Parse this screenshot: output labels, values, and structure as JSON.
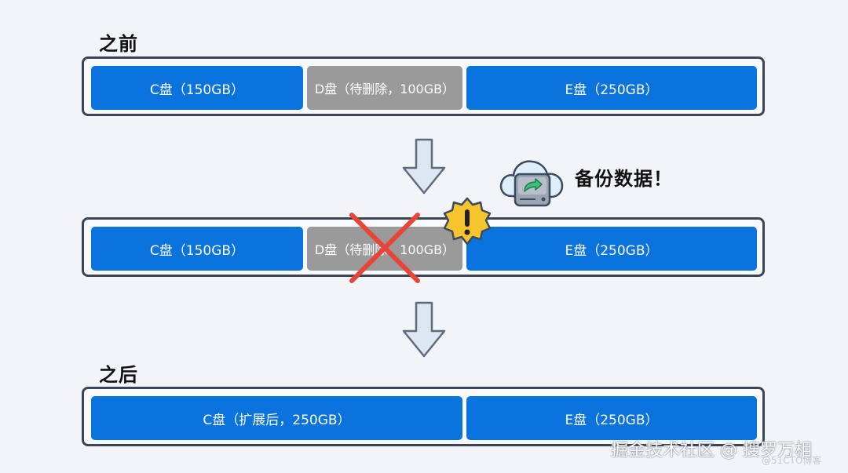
{
  "sections": {
    "before_title": "之前",
    "after_title": "之后"
  },
  "row_before": {
    "c": "C盘（150GB）",
    "d": "D盘（待删除，100GB）",
    "e": "E盘（250GB）"
  },
  "row_middle": {
    "c": "C盘（150GB）",
    "d": "D盘（待删除，100GB）",
    "e": "E盘（250GB）"
  },
  "row_after": {
    "c": "C盘（扩展后，250GB）",
    "e": "E盘（250GB）"
  },
  "backup": {
    "label": "备份数据！",
    "icon": "cloud-backup-icon"
  },
  "warning_icon": "warning-badge-icon",
  "delete_icon": "red-cross-icon",
  "watermark": {
    "main": "掘金技术社区 @ 搜罗万相",
    "sub": "@51CTO博客"
  },
  "colors": {
    "partition_blue": "#0b73de",
    "pending_gray": "#9a9a9a",
    "cross_red": "#e8443a",
    "warning_yellow": "#f6c42c",
    "arrow_fill": "#dde6f1",
    "arrow_stroke": "#5f6b7d"
  }
}
